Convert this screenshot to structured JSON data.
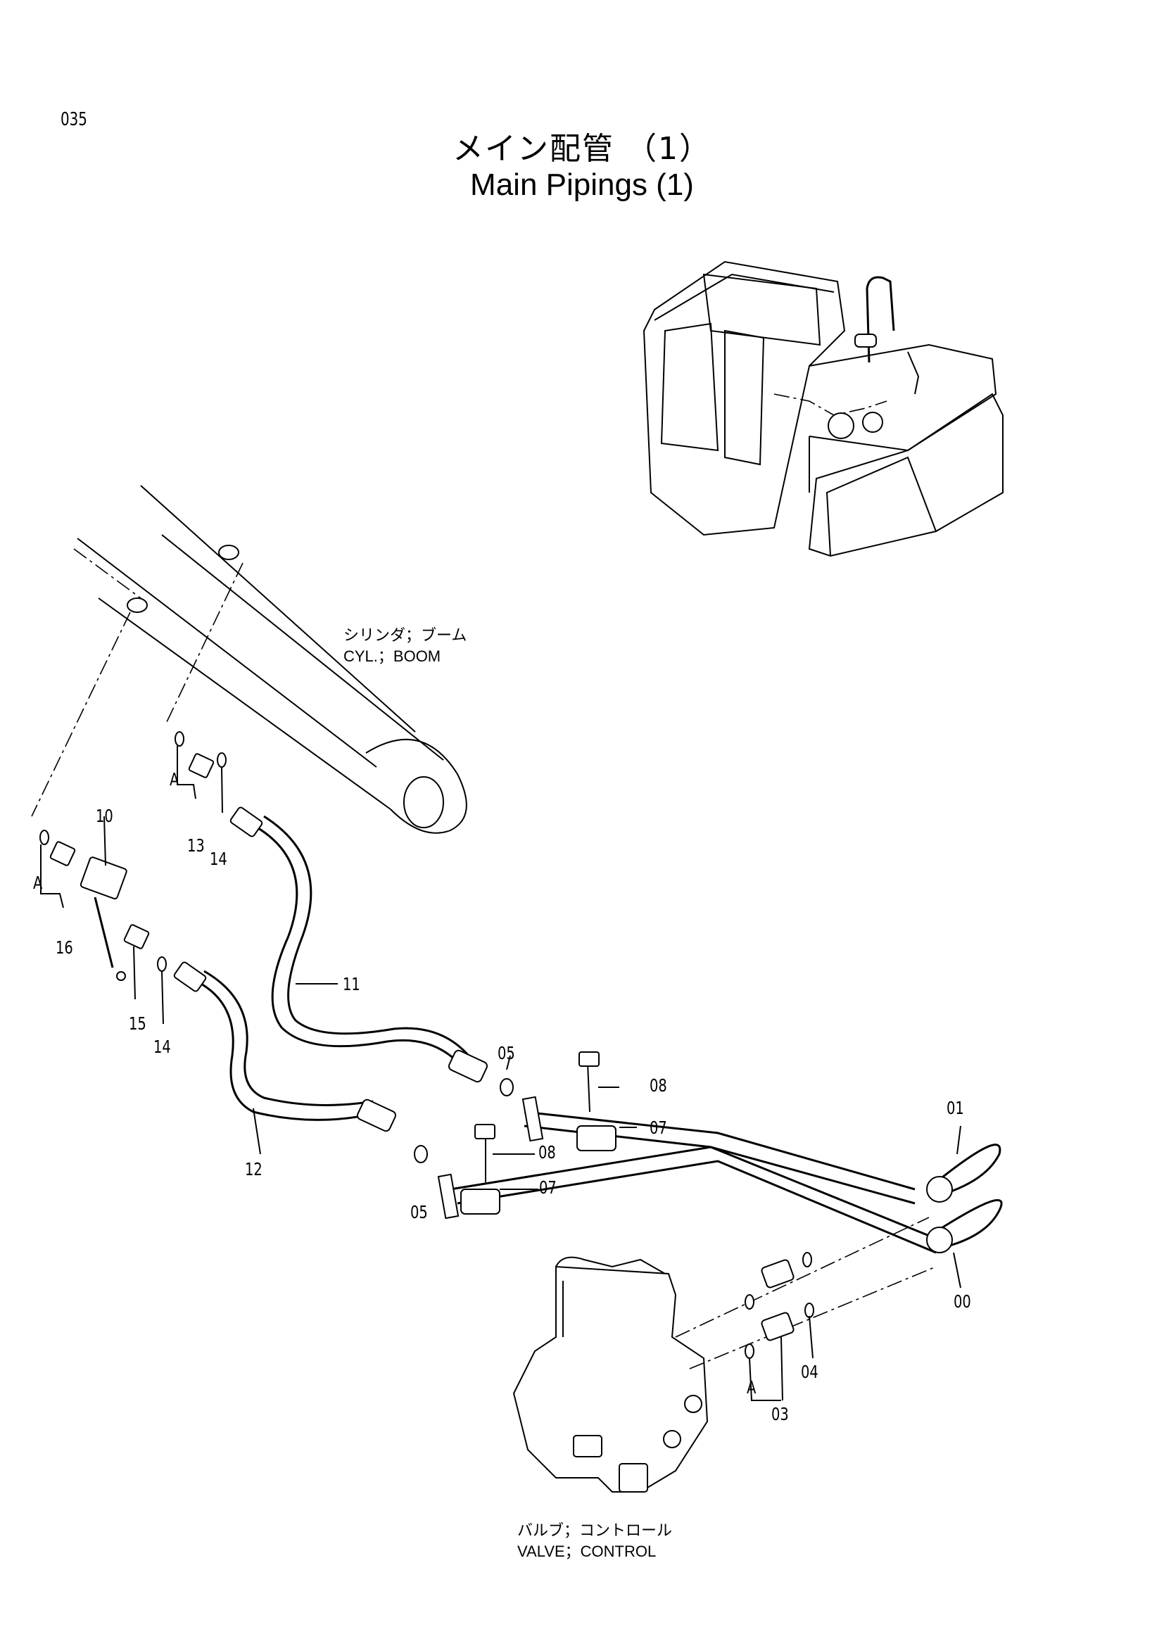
{
  "page_number": "035",
  "title": {
    "jp": "メイン配管 （1）",
    "en": "Main Pipings (1)"
  },
  "notes": {
    "cylinder": {
      "jp": "シリンダ；ブーム",
      "en": "CYL.；BOOM"
    },
    "valve": {
      "jp": "バルブ；コントロール",
      "en": "VALVE；CONTROL"
    }
  },
  "callouts": {
    "c10": "10",
    "c13": "13",
    "c14a": "14",
    "c16": "16",
    "c15": "15",
    "c14b": "14",
    "c11": "11",
    "c12": "12",
    "c05a": "05",
    "c08a": "08",
    "c07a": "07",
    "c08b": "08",
    "c07b": "07",
    "c05b": "05",
    "c01": "01",
    "c00": "00",
    "c04": "04",
    "c03": "03",
    "cA1": "A",
    "cA2": "A",
    "cA3": "A"
  }
}
